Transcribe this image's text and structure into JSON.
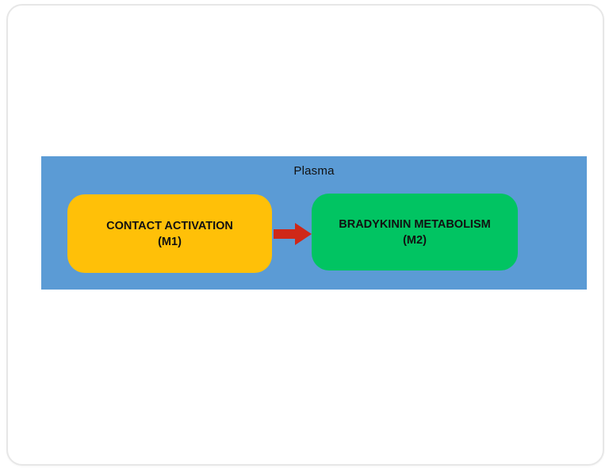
{
  "diagram": {
    "container": {
      "label": "Plasma",
      "background_color": "#5b9bd5"
    },
    "nodes": [
      {
        "id": "m1",
        "label": "CONTACT ACTIVATION",
        "sublabel": "(M1)",
        "fill_color": "#ffc008",
        "text_color": "#111111"
      },
      {
        "id": "m2",
        "label": "BRADYKININ METABOLISM",
        "sublabel": "(M2)",
        "fill_color": "#01c462",
        "text_color": "#111111"
      }
    ],
    "arrow": {
      "from": "m1",
      "to": "m2",
      "direction": "right",
      "color": "#cf2818"
    },
    "frame": {
      "border_color": "#e7e7e7",
      "background_color": "#ffffff"
    }
  }
}
